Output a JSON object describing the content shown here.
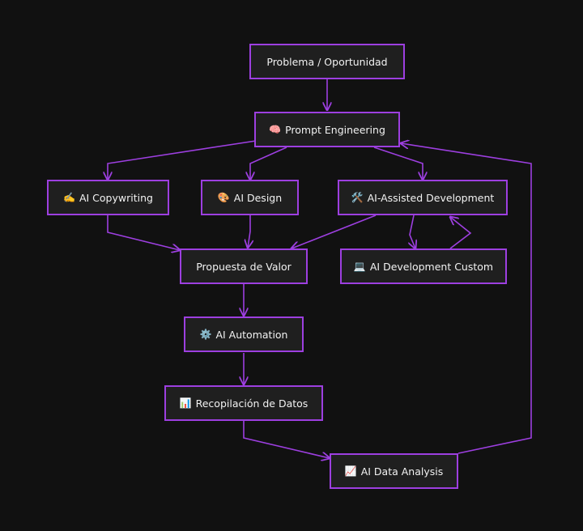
{
  "colors": {
    "background": "#111111",
    "node_fill": "#1f1f1f",
    "stroke": "#9d3fe0",
    "text": "#f2f2f2"
  },
  "nodes": {
    "problema": {
      "label": "Problema / Oportunidad",
      "icon": ""
    },
    "prompt": {
      "label": "Prompt Engineering",
      "icon": "🧠",
      "icon_name": "brain-icon"
    },
    "copy": {
      "label": "AI Copywriting",
      "icon": "✍️",
      "icon_name": "writing-hand-icon"
    },
    "design": {
      "label": "AI Design",
      "icon": "🎨",
      "icon_name": "palette-icon"
    },
    "dev": {
      "label": "AI-Assisted Development",
      "icon": "🛠️",
      "icon_name": "tools-icon"
    },
    "valor": {
      "label": "Propuesta de Valor",
      "icon": ""
    },
    "custom": {
      "label": "AI Development Custom",
      "icon": "💻",
      "icon_name": "laptop-icon"
    },
    "automation": {
      "label": "AI Automation",
      "icon": "⚙️",
      "icon_name": "gear-icon"
    },
    "recopilacion": {
      "label": "Recopilación de Datos",
      "icon": "📊",
      "icon_name": "bar-chart-icon"
    },
    "analysis": {
      "label": "AI Data Analysis",
      "icon": "📈",
      "icon_name": "chart-increasing-icon"
    }
  },
  "edges": [
    {
      "from": "problema",
      "to": "prompt"
    },
    {
      "from": "prompt",
      "to": "copy"
    },
    {
      "from": "prompt",
      "to": "design"
    },
    {
      "from": "prompt",
      "to": "dev"
    },
    {
      "from": "copy",
      "to": "valor"
    },
    {
      "from": "design",
      "to": "valor"
    },
    {
      "from": "dev",
      "to": "valor"
    },
    {
      "from": "dev",
      "to": "custom"
    },
    {
      "from": "custom",
      "to": "dev"
    },
    {
      "from": "valor",
      "to": "automation"
    },
    {
      "from": "automation",
      "to": "recopilacion"
    },
    {
      "from": "recopilacion",
      "to": "analysis"
    },
    {
      "from": "analysis",
      "to": "prompt"
    }
  ]
}
